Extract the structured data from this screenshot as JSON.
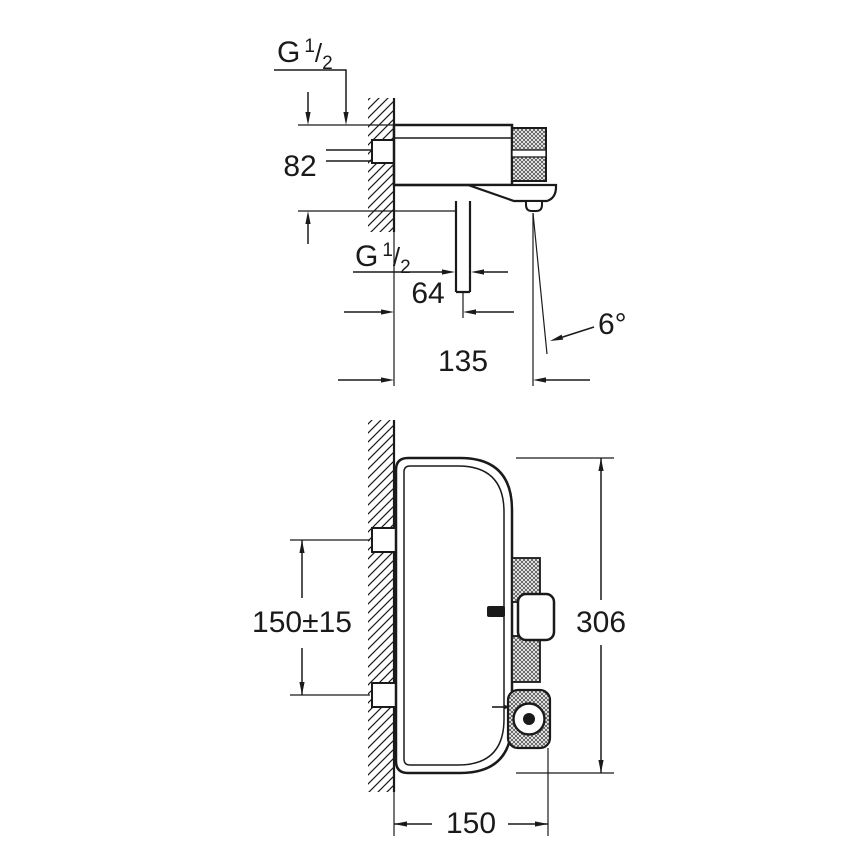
{
  "top_view": {
    "top_thread": {
      "letter": "G",
      "numerator": "1",
      "slash": "/",
      "denominator": "2"
    },
    "bottom_thread": {
      "letter": "G",
      "numerator": "1",
      "slash": "/",
      "denominator": "2"
    },
    "dim_body_height": "82",
    "dim_outlet_offset": "64",
    "dim_spout_angle": "6°",
    "dim_spout_projection": "135"
  },
  "front_view": {
    "dim_connection_distance": "150±15",
    "dim_total_height": "306",
    "dim_depth": "150"
  }
}
